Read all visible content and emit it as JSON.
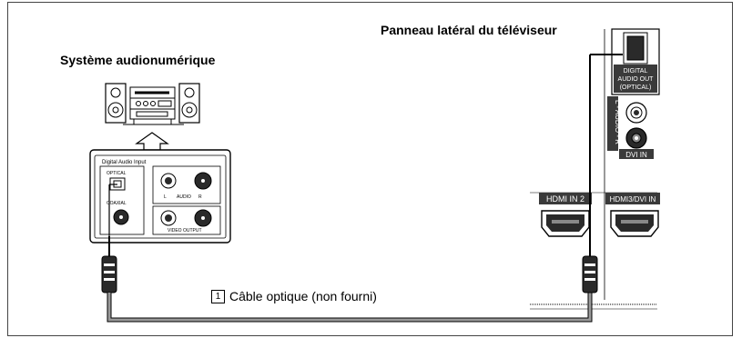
{
  "audio_system": {
    "title": "Système audionumérique",
    "panel_caption": "Digital Audio Input",
    "ports": {
      "optical": "OPTICAL",
      "coaxial": "COAXIAL",
      "audio": "AUDIO",
      "left": "L",
      "right": "R",
      "video_output": "VIDEO OUTPUT"
    }
  },
  "tv_panel": {
    "title": "Panneau latéral du téléviseur",
    "digital_audio_out": [
      "DIGITAL",
      "AUDIO OUT",
      "(OPTICAL)"
    ],
    "audio_label": "L - AUDIO - R",
    "dvi_in": "DVI IN",
    "hdmi_in_2": "HDMI IN 2",
    "hdmi3_dvi_in": "HDMI3/DVI IN"
  },
  "cable": {
    "step_number": "1",
    "label": "Câble optique (non fourni)"
  },
  "colors": {
    "line": "#000000",
    "cable": "#9a9a9a",
    "port_fill": "#2a2a2a",
    "label_bar": "#3a3a3a"
  }
}
